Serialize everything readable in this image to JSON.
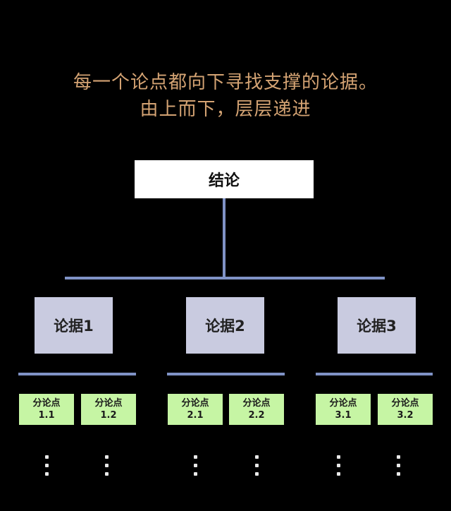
{
  "caption": {
    "line1": "每一个论点都向下寻找支撑的论据。",
    "line2": "由上而下，层层递进"
  },
  "root": {
    "label": "结论"
  },
  "arguments": [
    {
      "label": "论据1",
      "subpoints": [
        {
          "label": "分论点",
          "number": "1.1"
        },
        {
          "label": "分论点",
          "number": "1.2"
        }
      ]
    },
    {
      "label": "论据2",
      "subpoints": [
        {
          "label": "分论点",
          "number": "2.1"
        },
        {
          "label": "分论点",
          "number": "2.2"
        }
      ]
    },
    {
      "label": "论据3",
      "subpoints": [
        {
          "label": "分论点",
          "number": "3.1"
        },
        {
          "label": "分论点",
          "number": "3.2"
        }
      ]
    }
  ],
  "colors": {
    "caption": "#d4a373",
    "root_box": "#ffffff",
    "argument_box": "#c9cbe0",
    "subpoint_box": "#c6f5a4",
    "connector": "#7f92c6"
  }
}
